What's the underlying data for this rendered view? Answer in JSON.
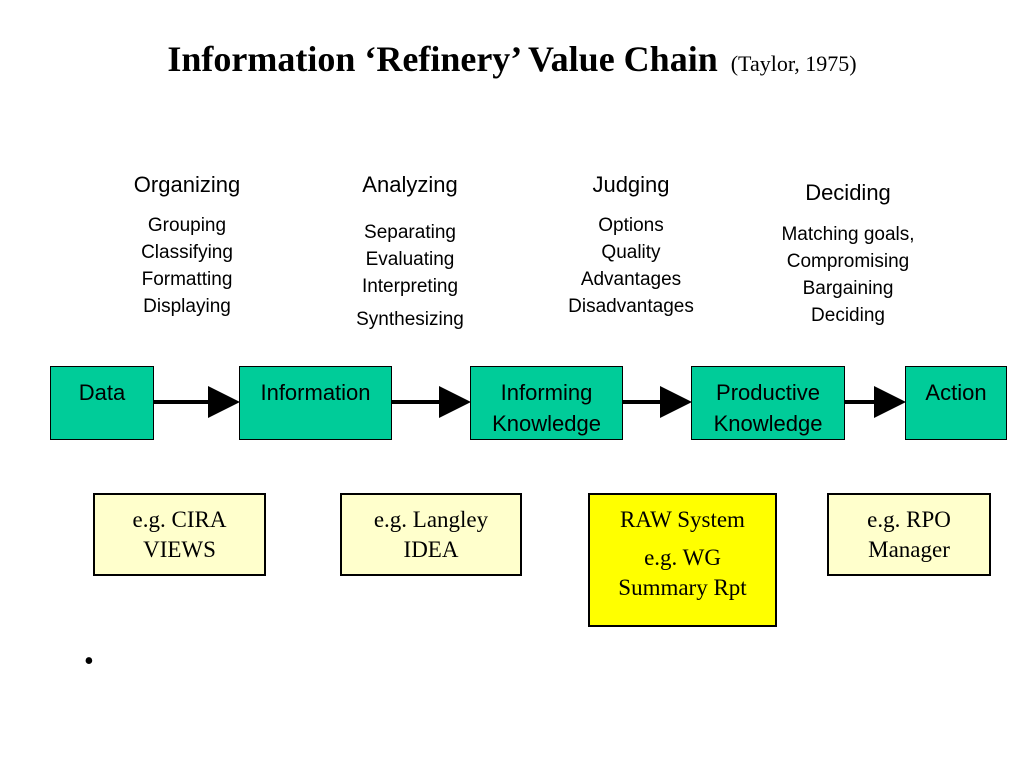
{
  "title": {
    "main": "Information ‘Refinery’ Value Chain",
    "citation": "(Taylor, 1975)"
  },
  "stages": [
    {
      "heading": "Organizing",
      "items": [
        "Grouping",
        "Classifying",
        "Formatting",
        "Displaying"
      ]
    },
    {
      "heading": "Analyzing",
      "items": [
        "Separating",
        "Evaluating",
        "Interpreting",
        "Synthesizing"
      ]
    },
    {
      "heading": "Judging",
      "items": [
        "Options",
        "Quality",
        "Advantages",
        "Disadvantages"
      ]
    },
    {
      "heading": "Deciding",
      "items": [
        "Matching goals,",
        "Compromising",
        "Bargaining",
        "Deciding"
      ]
    }
  ],
  "nodes": [
    {
      "line1": "Data"
    },
    {
      "line1": "Information"
    },
    {
      "line1": "Informing",
      "line2": "Knowledge"
    },
    {
      "line1": "Productive",
      "line2": "Knowledge"
    },
    {
      "line1": "Action"
    }
  ],
  "examples": [
    {
      "line1": "e.g. CIRA",
      "line2": "VIEWS"
    },
    {
      "line1": "e.g. Langley",
      "line2": "IDEA"
    },
    {
      "line1": "RAW System",
      "line2": "e.g. WG",
      "line3": "Summary Rpt"
    },
    {
      "line1": "e.g. RPO",
      "line2": "Manager"
    }
  ],
  "bullet": "•",
  "colors": {
    "node_fill": "#00cc99",
    "example_fill": "#ffffcc",
    "highlight_fill": "#ffff00"
  }
}
